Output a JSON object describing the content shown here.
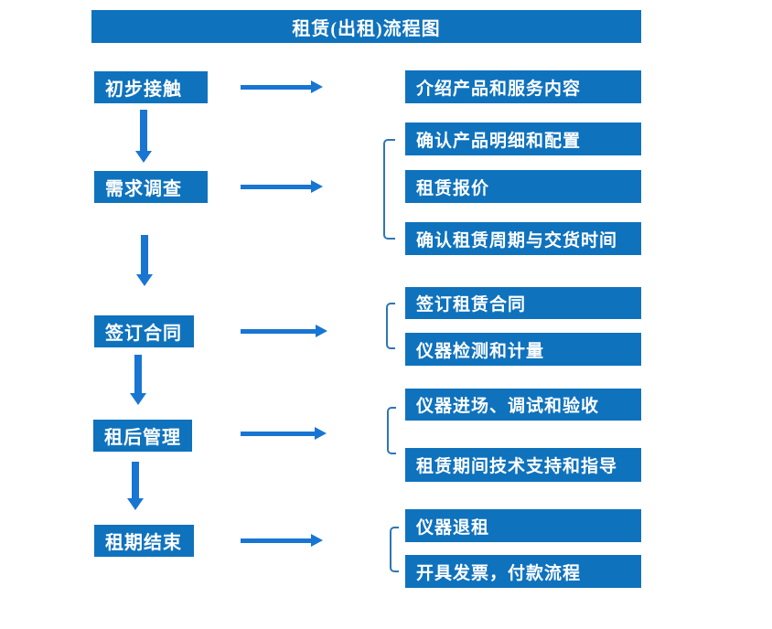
{
  "title": "租赁(出租)流程图",
  "colors": {
    "box_blue": "#0F72BD",
    "arrow_blue": "#1975D2",
    "bracket_blue": "#2E75B6",
    "text_white": "#FFFFFF"
  },
  "steps": [
    {
      "label": "初步接触",
      "details": [
        "介绍产品和服务内容"
      ]
    },
    {
      "label": "需求调查",
      "details": [
        "确认产品明细和配置",
        "租赁报价",
        "确认租赁周期与交货时间"
      ]
    },
    {
      "label": "签订合同",
      "details": [
        "签订租赁合同",
        "仪器检测和计量"
      ]
    },
    {
      "label": "租后管理",
      "details": [
        "仪器进场、调试和验收",
        "租赁期间技术支持和指导"
      ]
    },
    {
      "label": "租期结束",
      "details": [
        "仪器退租",
        "开具发票，付款流程"
      ]
    }
  ]
}
